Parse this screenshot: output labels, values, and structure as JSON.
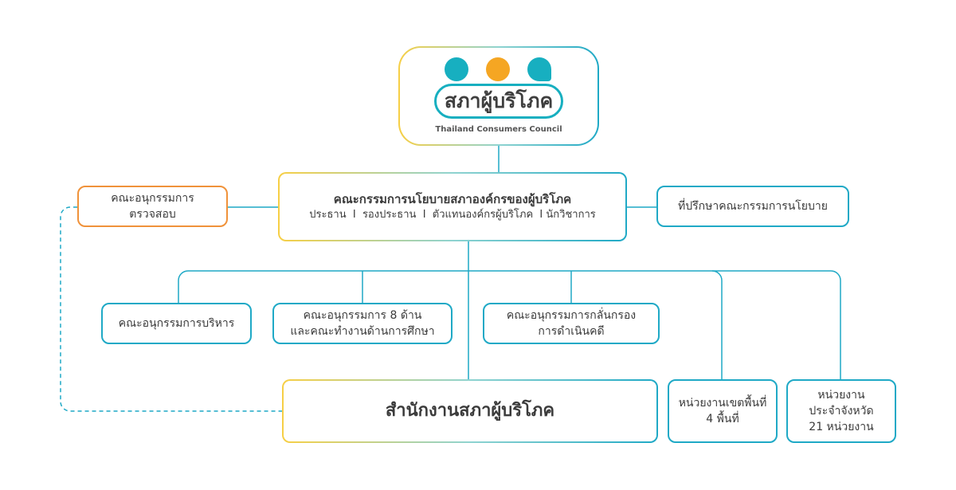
{
  "logo": {
    "thai_name": "สภาผู้บริโภค",
    "english_name": "Thailand Consumers Council",
    "colors": {
      "teal": "#17afc0",
      "orange": "#f5a623"
    }
  },
  "policy_committee": {
    "title": "คณะกรรมการนโยบายสภาองค์กรของผู้บริโภค",
    "members": "ประธาน  I  รองประธาน  I  ตัวแทนองค์กรผู้บริโภค  I นักวิชาการ"
  },
  "audit_committee": {
    "line1": "คณะอนุกรรมการ",
    "line2": "ตรวจสอบ"
  },
  "policy_advisor": "ที่ปรึกษาคณะกรรมการนโยบาย",
  "subcommittees": [
    {
      "line1": "คณะอนุกรรมการบริหาร"
    },
    {
      "line1": "คณะอนุกรรมการ 8 ด้าน",
      "line2": "และคณะทำงานด้านการศึกษา"
    },
    {
      "line1": "คณะอนุกรรมการกลั่นกรอง",
      "line2": "การดำเนินคดี"
    }
  ],
  "office": "สำนักงานสภาผู้บริโภค",
  "regional_units": {
    "line1": "หน่วยงานเขตพื้นที่",
    "line2": "4 พื้นที่"
  },
  "provincial_units": {
    "line1": "หน่วยงาน",
    "line2": "ประจำจังหวัด",
    "line3": "21 หน่วยงาน"
  }
}
